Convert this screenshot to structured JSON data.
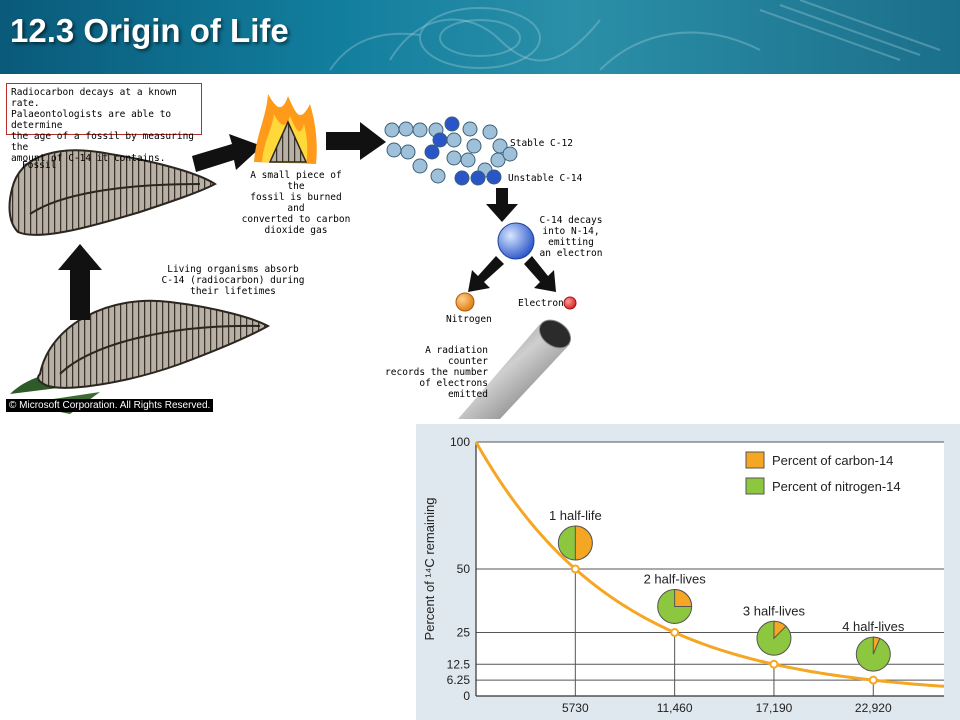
{
  "slide": {
    "title": "12.3 Origin of Life"
  },
  "diagram": {
    "info_box": "Radiocarbon decays at a known rate.\nPalaeontologists are able to determine\nthe age of a fossil by measuring the\namount of C-14 it contains.",
    "fossil_label": "Fossil",
    "burn_label": "A small piece of the\nfossil is burned and\nconverted to carbon\ndioxide gas",
    "stable_label": "Stable C-12",
    "unstable_label": "Unstable C-14",
    "decay_label": "C-14 decays\ninto N-14,\nemitting\nan electron",
    "nitrogen_label": "Nitrogen",
    "electron_label": "Electron",
    "living_label": "Living organisms absorb\nC-14 (radiocarbon) during\ntheir lifetimes",
    "counter_label": "A radiation counter\nrecords the number\nof electrons emitted",
    "copyright": "© Microsoft Corporation. All Rights Reserved."
  },
  "chart_data": {
    "type": "line",
    "title": "",
    "xlabel": "",
    "ylabel": "Percent of ¹⁴C remaining",
    "x_ticks": [
      "5730",
      "11,460",
      "17,190",
      "22,920"
    ],
    "y_ticks": [
      "100",
      "50",
      "25",
      "12.5",
      "6.25",
      "0"
    ],
    "x": [
      0,
      5730,
      11460,
      17190,
      22920
    ],
    "y": [
      100,
      50,
      25,
      12.5,
      6.25
    ],
    "xlim": [
      0,
      27000
    ],
    "ylim": [
      0,
      100
    ],
    "grid": true,
    "legend": {
      "position": "top-right",
      "entries": [
        {
          "name": "Percent of carbon-14",
          "color": "#f5a623"
        },
        {
          "name": "Percent of nitrogen-14",
          "color": "#8dc63f"
        }
      ]
    },
    "annotations": [
      {
        "label": "1 half-life",
        "carbon14": 50
      },
      {
        "label": "2 half-lives",
        "carbon14": 25
      },
      {
        "label": "3 half-lives",
        "carbon14": 12.5
      },
      {
        "label": "4 half-lives",
        "carbon14": 6.25
      }
    ],
    "curve_color": "#f5a623"
  }
}
